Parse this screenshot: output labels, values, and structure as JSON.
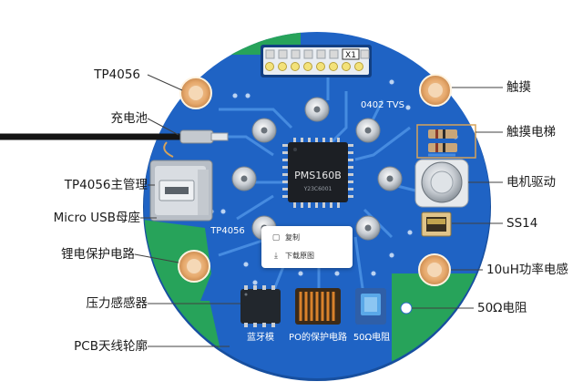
{
  "labels_left": [
    "TP4056",
    "充电池",
    "TP4056主管理",
    "Micro USB母座",
    "锂电保护电路",
    "压力感感器",
    "PCB天线轮廓"
  ],
  "labels_right": [
    "触摸",
    "触摸电梯",
    "电机驱动",
    "SS14",
    "10uH功率电感",
    "50Ω电阻"
  ],
  "board": {
    "chip_main": "PMS160B",
    "chip_sub": "Y23C6001",
    "connector_label": "X1",
    "silk_tvs": "0402 TVS",
    "silk_tp4056": "TP4056",
    "silk_bluetooth": "蓝牙模",
    "silk_po_protect": "PO的保护电路",
    "silk_50r": "50Ω电阻"
  },
  "context_menu": {
    "copy_icon": "copy-icon",
    "copy_label": "复制",
    "download_icon": "download-icon",
    "download_label": "下载原图"
  },
  "colors": {
    "board_blue": "#1f63c4",
    "board_green": "#27a35a",
    "trace_blue": "#4d93e6",
    "copper_pad": "#e6a86b",
    "callout_line": "#404040"
  }
}
